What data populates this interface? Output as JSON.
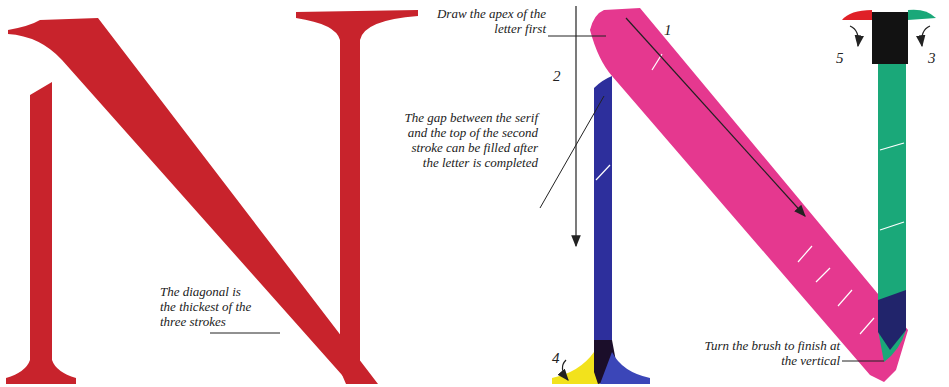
{
  "diagram": {
    "labels": [
      "The diagonal is the thickest of the three strokes",
      "Draw the apex of the letter first",
      "1",
      "2",
      "The gap between the serif and the top of the second stroke can be filled after the letter is completed",
      "5",
      "3",
      "4",
      "Turn the brush to finish at the vertical"
    ]
  }
}
